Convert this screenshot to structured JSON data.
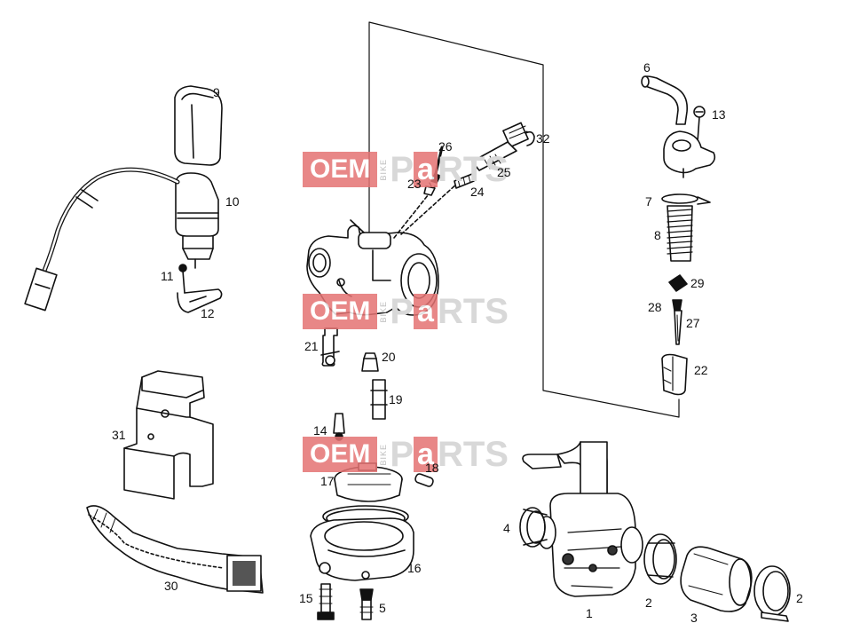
{
  "watermark": {
    "oem": "OEM",
    "bike": "BIKE",
    "p": "P",
    "a": "a",
    "rts": "RTS",
    "oem_color": "#e57373"
  },
  "labels": {
    "n9": "9",
    "n10": "10",
    "n11": "11",
    "n12": "12",
    "n31": "31",
    "n30": "30",
    "n26": "26",
    "n23": "23",
    "n25": "25",
    "n24": "24",
    "n32": "32",
    "n21": "21",
    "n20": "20",
    "n19": "19",
    "n14": "14",
    "n17": "17",
    "n18": "18",
    "n16": "16",
    "n15": "15",
    "n5": "5",
    "n6": "6",
    "n13": "13",
    "n7": "7",
    "n8": "8",
    "n29": "29",
    "n28": "28",
    "n27": "27",
    "n22": "22",
    "n4": "4",
    "n1": "1",
    "n2a": "2",
    "n3": "3",
    "n2b": "2"
  }
}
